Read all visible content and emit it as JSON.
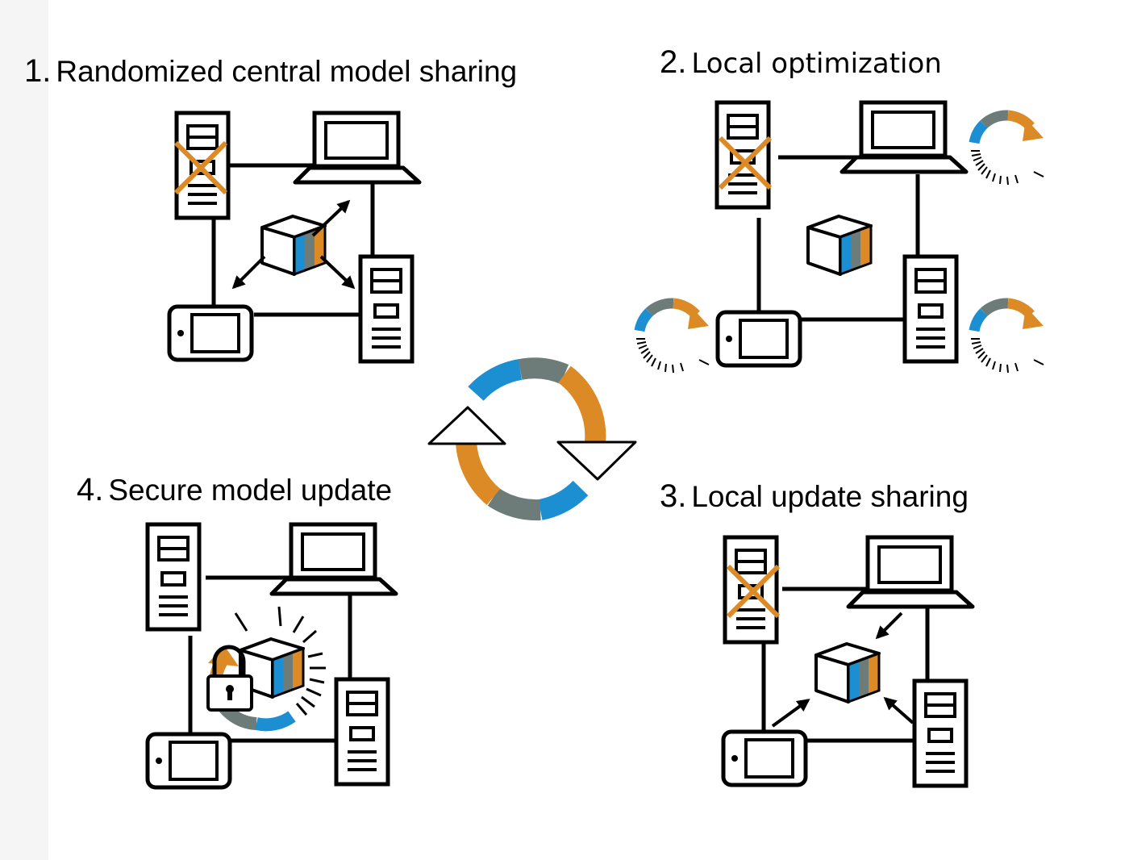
{
  "steps": [
    {
      "number": "1.",
      "label": "Randomized central model sharing"
    },
    {
      "number": "2.",
      "label": "Local optimization"
    },
    {
      "number": "3.",
      "label": "Local update sharing"
    },
    {
      "number": "4.",
      "label": "Secure model update"
    }
  ],
  "colors": {
    "blue": "#1b8fd2",
    "gray": "#6d7c78",
    "orange": "#dc8a26",
    "line": "#000000",
    "sidebar": "#f5f5f5"
  },
  "icons": [
    "server-icon",
    "laptop-icon",
    "tablet-icon",
    "model-cube-icon",
    "cross-mark-icon",
    "progress-ring-icon",
    "padlock-icon",
    "cycle-arrows-icon"
  ]
}
